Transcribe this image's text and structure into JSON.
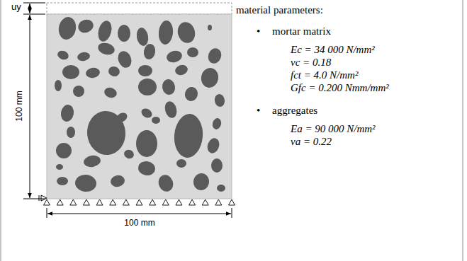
{
  "diagram": {
    "labels": [
      "uy",
      "100 mm",
      "100 mm",
      "material parameters:",
      "•",
      "mortar matrix",
      "Ec = 34 000 N/mm²",
      "νc = 0.18",
      "fct = 4.0 N/mm²",
      "Gfc = 0.200 Nmm/mm²",
      "•",
      "aggregates",
      "Ea = 90 000 N/mm²",
      "νa = 0.22"
    ]
  }
}
